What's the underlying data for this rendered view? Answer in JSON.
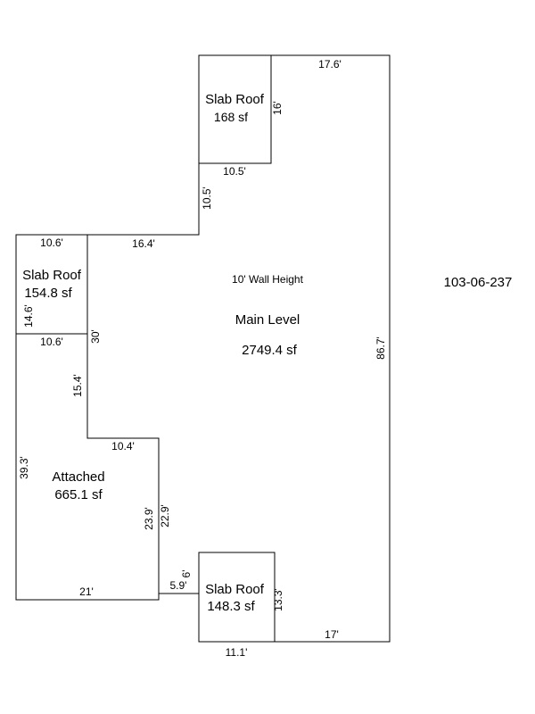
{
  "parcel_id": "103-06-237",
  "main": {
    "wall_height": "10' Wall Height",
    "name": "Main Level",
    "area": "2749.4 sf"
  },
  "slab_top": {
    "name": "Slab Roof",
    "area": "168 sf"
  },
  "slab_left": {
    "name": "Slab Roof",
    "area": "154.8 sf"
  },
  "slab_bottom": {
    "name": "Slab Roof",
    "area": "148.3 sf"
  },
  "attached": {
    "name": "Attached",
    "area": "665.1 sf"
  },
  "dimensions": {
    "top_right": "17.6'",
    "slab_top_side": "16'",
    "slab_top_bottom": "10.5'",
    "step_vertical": "10.5'",
    "step_horizontal": "16.4'",
    "slab_left_top": "10.6'",
    "slab_left_side": "14.6'",
    "slab_left_bottom": "10.6'",
    "main_left": "30'",
    "left_inner": "15.4'",
    "attached_left": "39.3'",
    "inner_step": "10.4'",
    "attached_right": "23.9'",
    "main_inner": "22.9'",
    "attached_bottom": "21'",
    "connector_horizontal": "5.9'",
    "connector_vertical": "6'",
    "slab_bottom_side": "13.3'",
    "slab_bottom_bottom": "11.1'",
    "bottom_right": "17'",
    "right_side": "86.7'"
  }
}
